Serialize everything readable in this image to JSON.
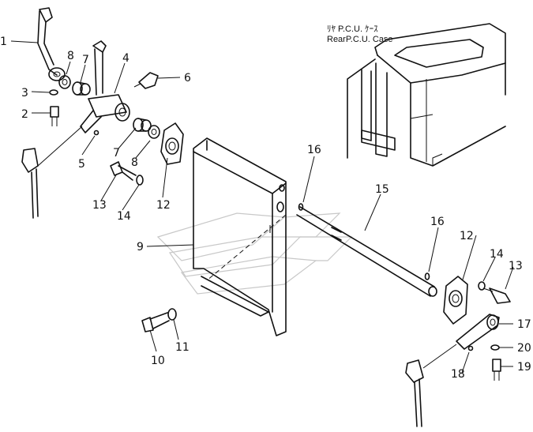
{
  "caption": {
    "jp": "ﾘﾔ P.C.U. ｹｰｽ",
    "en": "RearP.C.U. Case"
  },
  "callouts": [
    "1",
    "2",
    "3",
    "4",
    "5",
    "6",
    "7",
    "7",
    "8",
    "8",
    "9",
    "10",
    "11",
    "12",
    "12",
    "13",
    "13",
    "14",
    "14",
    "15",
    "16",
    "16",
    "17",
    "18",
    "19",
    "20"
  ]
}
